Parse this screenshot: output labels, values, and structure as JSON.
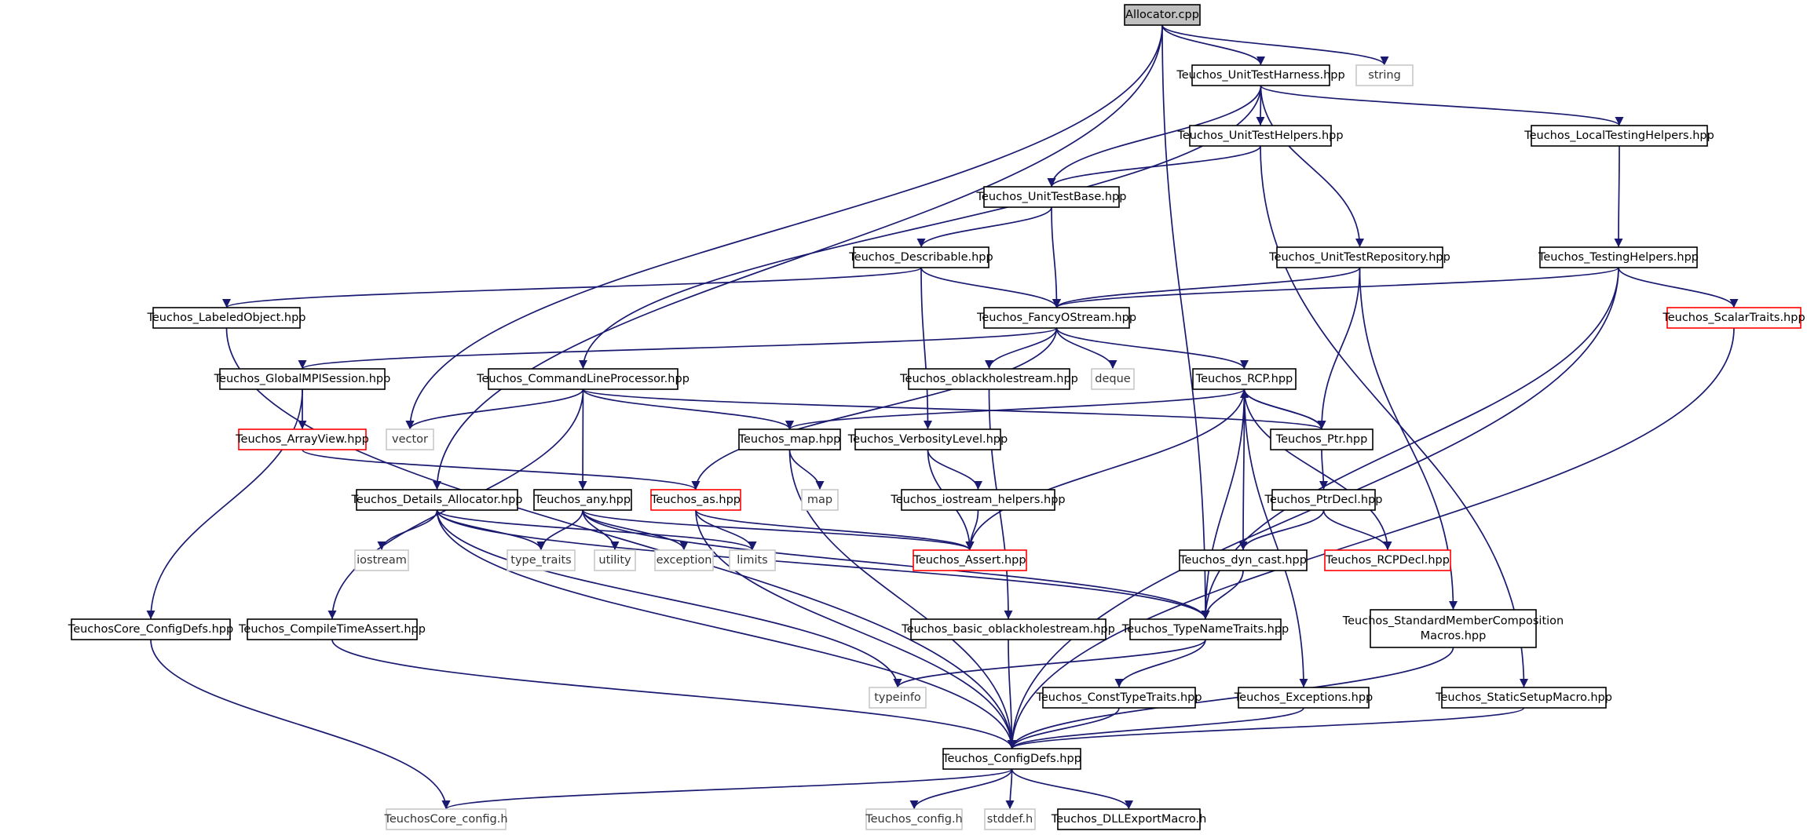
{
  "title": "Allocator.cpp",
  "colors": {
    "edge": "#191970",
    "root_fill": "#bfbfbf",
    "normal_border": "#000000",
    "missing_border": "#c8c8c8",
    "truncated_border": "#ff0000"
  },
  "nodes": [
    {
      "id": "allocator",
      "label": "Allocator.cpp",
      "kind": "root"
    },
    {
      "id": "unittestharness",
      "label": "Teuchos_UnitTestHarness.hpp",
      "kind": "normal"
    },
    {
      "id": "string",
      "label": "string",
      "kind": "missing"
    },
    {
      "id": "unittesthelpers",
      "label": "Teuchos_UnitTestHelpers.hpp",
      "kind": "normal"
    },
    {
      "id": "localtestinghelpers",
      "label": "Teuchos_LocalTestingHelpers.hpp",
      "kind": "normal"
    },
    {
      "id": "unittestbase",
      "label": "Teuchos_UnitTestBase.hpp",
      "kind": "normal"
    },
    {
      "id": "describable",
      "label": "Teuchos_Describable.hpp",
      "kind": "normal"
    },
    {
      "id": "unittestrepository",
      "label": "Teuchos_UnitTestRepository.hpp",
      "kind": "normal"
    },
    {
      "id": "testinghelpers",
      "label": "Teuchos_TestingHelpers.hpp",
      "kind": "normal"
    },
    {
      "id": "labeledobject",
      "label": "Teuchos_LabeledObject.hpp",
      "kind": "normal"
    },
    {
      "id": "fancyostream",
      "label": "Teuchos_FancyOStream.hpp",
      "kind": "normal"
    },
    {
      "id": "scalartraits",
      "label": "Teuchos_ScalarTraits.hpp",
      "kind": "truncated"
    },
    {
      "id": "globalmpisession",
      "label": "Teuchos_GlobalMPISession.hpp",
      "kind": "normal"
    },
    {
      "id": "commandlineprocessor",
      "label": "Teuchos_CommandLineProcessor.hpp",
      "kind": "normal"
    },
    {
      "id": "oblackholestream",
      "label": "Teuchos_oblackholestream.hpp",
      "kind": "normal"
    },
    {
      "id": "deque",
      "label": "deque",
      "kind": "missing"
    },
    {
      "id": "rcp",
      "label": "Teuchos_RCP.hpp",
      "kind": "normal"
    },
    {
      "id": "arrayview",
      "label": "Teuchos_ArrayView.hpp",
      "kind": "truncated"
    },
    {
      "id": "vector",
      "label": "vector",
      "kind": "missing"
    },
    {
      "id": "map_hpp",
      "label": "Teuchos_map.hpp",
      "kind": "normal"
    },
    {
      "id": "verbositylevel",
      "label": "Teuchos_VerbosityLevel.hpp",
      "kind": "normal"
    },
    {
      "id": "ptr",
      "label": "Teuchos_Ptr.hpp",
      "kind": "normal"
    },
    {
      "id": "details_allocator",
      "label": "Teuchos_Details_Allocator.hpp",
      "kind": "normal"
    },
    {
      "id": "any",
      "label": "Teuchos_any.hpp",
      "kind": "normal"
    },
    {
      "id": "as_hpp",
      "label": "Teuchos_as.hpp",
      "kind": "truncated"
    },
    {
      "id": "map",
      "label": "map",
      "kind": "missing"
    },
    {
      "id": "iostream_helpers",
      "label": "Teuchos_iostream_helpers.hpp",
      "kind": "normal"
    },
    {
      "id": "ptrdecl",
      "label": "Teuchos_PtrDecl.hpp",
      "kind": "normal"
    },
    {
      "id": "iostream",
      "label": "iostream",
      "kind": "missing"
    },
    {
      "id": "type_traits",
      "label": "type_traits",
      "kind": "missing"
    },
    {
      "id": "utility",
      "label": "utility",
      "kind": "missing"
    },
    {
      "id": "exception",
      "label": "exception",
      "kind": "missing"
    },
    {
      "id": "limits",
      "label": "limits",
      "kind": "missing"
    },
    {
      "id": "assert",
      "label": "Teuchos_Assert.hpp",
      "kind": "truncated"
    },
    {
      "id": "dyn_cast",
      "label": "Teuchos_dyn_cast.hpp",
      "kind": "normal"
    },
    {
      "id": "rcpdecl",
      "label": "Teuchos_RCPDecl.hpp",
      "kind": "truncated"
    },
    {
      "id": "coreconfigdefs",
      "label": "TeuchosCore_ConfigDefs.hpp",
      "kind": "normal"
    },
    {
      "id": "compiletimeassert",
      "label": "Teuchos_CompileTimeAssert.hpp",
      "kind": "normal"
    },
    {
      "id": "basic_oblackholestream",
      "label": "Teuchos_basic_oblackholestream.hpp",
      "kind": "normal"
    },
    {
      "id": "typenametraits",
      "label": "Teuchos_TypeNameTraits.hpp",
      "kind": "normal"
    },
    {
      "id": "stdmembercomp",
      "label": [
        "Teuchos_StandardMemberComposition",
        "Macros.hpp"
      ],
      "kind": "normal"
    },
    {
      "id": "typeinfo",
      "label": "typeinfo",
      "kind": "missing"
    },
    {
      "id": "consttypetraits",
      "label": "Teuchos_ConstTypeTraits.hpp",
      "kind": "normal"
    },
    {
      "id": "exceptions",
      "label": "Teuchos_Exceptions.hpp",
      "kind": "normal"
    },
    {
      "id": "staticsetupmacro",
      "label": "Teuchos_StaticSetupMacro.hpp",
      "kind": "normal"
    },
    {
      "id": "configdefs",
      "label": "Teuchos_ConfigDefs.hpp",
      "kind": "normal"
    },
    {
      "id": "coreconfig_h",
      "label": "TeuchosCore_config.h",
      "kind": "missing"
    },
    {
      "id": "config_h",
      "label": "Teuchos_config.h",
      "kind": "missing"
    },
    {
      "id": "stddef",
      "label": "stddef.h",
      "kind": "missing"
    },
    {
      "id": "dllexport",
      "label": "Teuchos_DLLExportMacro.h",
      "kind": "normal"
    }
  ],
  "edges": [
    [
      "allocator",
      "unittestharness"
    ],
    [
      "allocator",
      "string"
    ],
    [
      "allocator",
      "vector"
    ],
    [
      "allocator",
      "details_allocator"
    ],
    [
      "allocator",
      "typenametraits"
    ],
    [
      "unittestharness",
      "unittesthelpers"
    ],
    [
      "unittestharness",
      "localtestinghelpers"
    ],
    [
      "unittestharness",
      "unittestbase"
    ],
    [
      "unittestharness",
      "unittestrepository"
    ],
    [
      "unittestharness",
      "commandlineprocessor"
    ],
    [
      "unittesthelpers",
      "unittestbase"
    ],
    [
      "unittesthelpers",
      "staticsetupmacro"
    ],
    [
      "localtestinghelpers",
      "testinghelpers"
    ],
    [
      "unittestbase",
      "describable"
    ],
    [
      "unittestbase",
      "fancyostream"
    ],
    [
      "describable",
      "fancyostream"
    ],
    [
      "describable",
      "labeledobject"
    ],
    [
      "describable",
      "verbositylevel"
    ],
    [
      "unittestrepository",
      "fancyostream"
    ],
    [
      "unittestrepository",
      "ptr"
    ],
    [
      "unittestrepository",
      "stdmembercomp"
    ],
    [
      "testinghelpers",
      "fancyostream"
    ],
    [
      "testinghelpers",
      "scalartraits"
    ],
    [
      "testinghelpers",
      "typenametraits"
    ],
    [
      "testinghelpers",
      "configdefs"
    ],
    [
      "labeledobject",
      "configdefs"
    ],
    [
      "fancyostream",
      "globalmpisession"
    ],
    [
      "fancyostream",
      "oblackholestream"
    ],
    [
      "fancyostream",
      "deque"
    ],
    [
      "fancyostream",
      "rcp"
    ],
    [
      "fancyostream",
      "as_hpp"
    ],
    [
      "scalartraits",
      "configdefs"
    ],
    [
      "globalmpisession",
      "arrayview"
    ],
    [
      "globalmpisession",
      "coreconfigdefs"
    ],
    [
      "commandlineprocessor",
      "vector"
    ],
    [
      "commandlineprocessor",
      "map_hpp"
    ],
    [
      "commandlineprocessor",
      "any"
    ],
    [
      "commandlineprocessor",
      "ptr"
    ],
    [
      "commandlineprocessor",
      "compiletimeassert"
    ],
    [
      "oblackholestream",
      "basic_oblackholestream"
    ],
    [
      "rcp",
      "map_hpp"
    ],
    [
      "rcp",
      "ptr"
    ],
    [
      "rcp",
      "assert"
    ],
    [
      "rcp",
      "dyn_cast"
    ],
    [
      "rcp",
      "rcpdecl"
    ],
    [
      "rcp",
      "typenametraits"
    ],
    [
      "rcp",
      "exceptions"
    ],
    [
      "arrayview",
      "as_hpp"
    ],
    [
      "map_hpp",
      "map"
    ],
    [
      "map_hpp",
      "configdefs"
    ],
    [
      "verbositylevel",
      "iostream_helpers"
    ],
    [
      "verbositylevel",
      "assert"
    ],
    [
      "ptr",
      "rcp"
    ],
    [
      "ptr",
      "ptrdecl"
    ],
    [
      "details_allocator",
      "iostream"
    ],
    [
      "details_allocator",
      "type_traits"
    ],
    [
      "details_allocator",
      "limits"
    ],
    [
      "details_allocator",
      "typenametraits"
    ],
    [
      "details_allocator",
      "typeinfo"
    ],
    [
      "details_allocator",
      "configdefs"
    ],
    [
      "any",
      "type_traits"
    ],
    [
      "any",
      "utility"
    ],
    [
      "any",
      "exception"
    ],
    [
      "any",
      "assert"
    ],
    [
      "any",
      "typenametraits"
    ],
    [
      "as_hpp",
      "limits"
    ],
    [
      "as_hpp",
      "assert"
    ],
    [
      "as_hpp",
      "configdefs"
    ],
    [
      "iostream_helpers",
      "assert"
    ],
    [
      "ptrdecl",
      "rcpdecl"
    ],
    [
      "ptrdecl",
      "dyn_cast"
    ],
    [
      "dyn_cast",
      "typenametraits"
    ],
    [
      "coreconfigdefs",
      "coreconfig_h"
    ],
    [
      "compiletimeassert",
      "configdefs"
    ],
    [
      "basic_oblackholestream",
      "configdefs"
    ],
    [
      "typenametraits",
      "typeinfo"
    ],
    [
      "typenametraits",
      "consttypetraits"
    ],
    [
      "stdmembercomp",
      "configdefs"
    ],
    [
      "consttypetraits",
      "configdefs"
    ],
    [
      "exceptions",
      "configdefs"
    ],
    [
      "staticsetupmacro",
      "configdefs"
    ],
    [
      "configdefs",
      "coreconfig_h"
    ],
    [
      "configdefs",
      "config_h"
    ],
    [
      "configdefs",
      "stddef"
    ],
    [
      "configdefs",
      "dllexport"
    ]
  ]
}
